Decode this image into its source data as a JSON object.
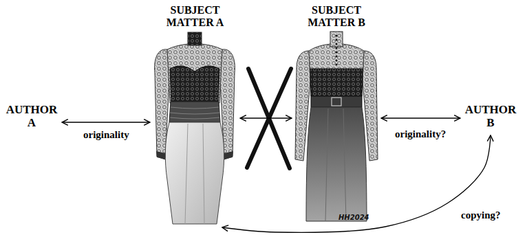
{
  "diagram": {
    "nodes": [
      {
        "text": [
          "AUTHOR A"
        ]
      },
      {
        "text": [
          "SUBJECT MATTER A"
        ]
      },
      {
        "text": [
          "SUBJECT MATTER B"
        ]
      },
      {
        "text": [
          "AUTHOR B"
        ]
      }
    ],
    "edges": [
      {
        "from": 0,
        "to": 1,
        "arrow": "both",
        "label": "originality"
      },
      {
        "from": 1,
        "to": 2,
        "arrow": "both"
      },
      {
        "from": 3,
        "to": 2,
        "arrow": "both",
        "label": "originality?"
      },
      {
        "from": 1,
        "to": 3,
        "arrow": "both",
        "label": "copying?"
      }
    ],
    "labels": [
      "HH2024"
    ]
  }
}
